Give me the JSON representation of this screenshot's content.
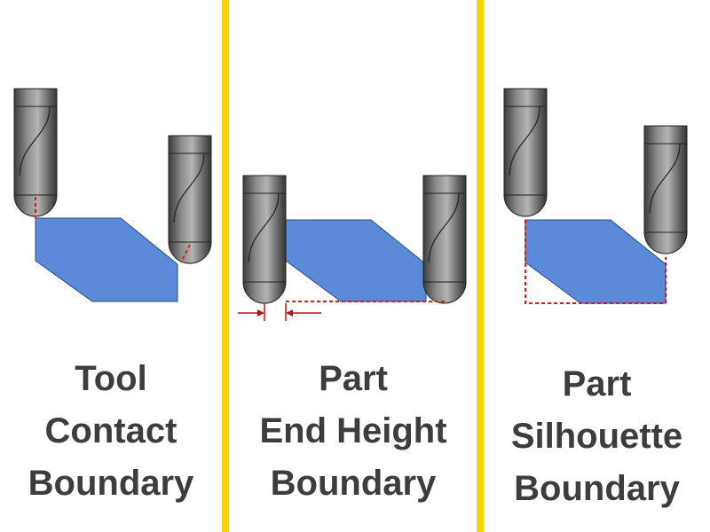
{
  "colors": {
    "divider": "#f5d400",
    "part": "#5a8ad8",
    "tool_body": "#6a6a6a",
    "boundary": "#e01818",
    "label": "#3d3d3d"
  },
  "panels": [
    {
      "lines": [
        "Tool",
        "Contact",
        "Boundary"
      ]
    },
    {
      "lines": [
        "Part",
        "End Height",
        "Boundary"
      ]
    },
    {
      "lines": [
        "Part",
        "Silhouette",
        "Boundary"
      ]
    }
  ]
}
